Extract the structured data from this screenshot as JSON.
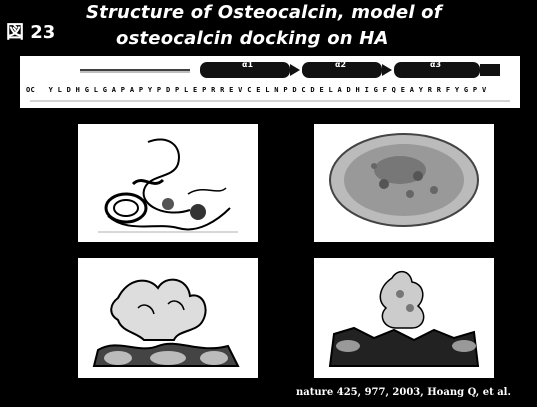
{
  "slide": {
    "figure_number": "図 23",
    "title_line1": "Structure of Osteocalcin, model of",
    "title_line2": "osteocalcin docking on HA",
    "sequence_prefix": "OC",
    "sequence": "Y L D H G L G A P A P Y P D P L E P R R E V C E L N P D C D E L A D H I G F Q E A Y R R F Y G P V",
    "helices": [
      "α1",
      "α2",
      "α3"
    ],
    "citation": "nature 425, 977, 2003, Hoang Q, et al."
  }
}
